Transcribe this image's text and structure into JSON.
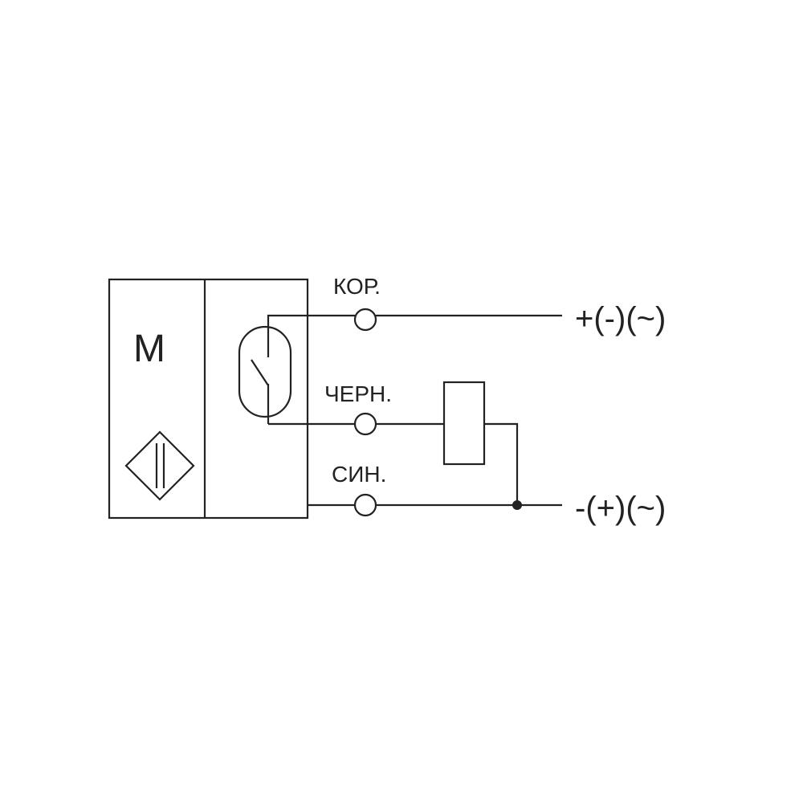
{
  "sensor": {
    "module_label": "M"
  },
  "terminals": {
    "kor_label": "КОР.",
    "chern_label": "ЧЕРН.",
    "sin_label": "СИН."
  },
  "supply": {
    "positive_label": "+(-)(~)",
    "negative_label": "-(+)(~)"
  },
  "colors": {
    "line": "#222222",
    "background": "#ffffff"
  }
}
